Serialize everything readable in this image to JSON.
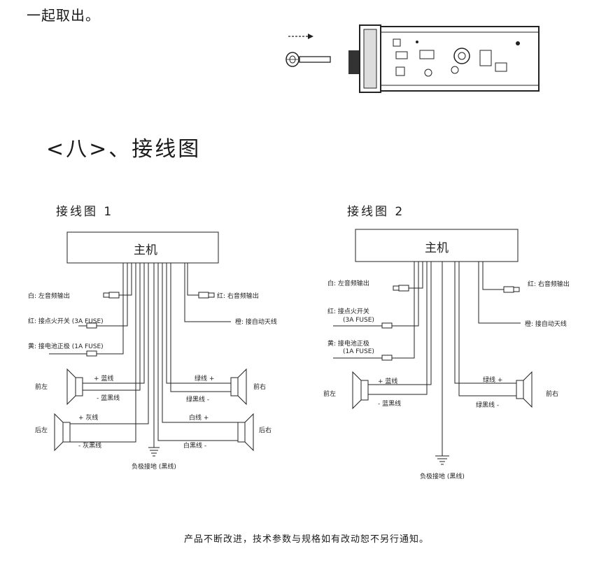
{
  "intro_text": "一起取出。",
  "section_title": "<八>、接线图",
  "diagram1": {
    "title": "接线图 1",
    "head_unit": "主机",
    "white_label": "白: 左音频输出",
    "red_right_label": "红: 右音频输出",
    "red_label": "红: 接点火开关 (3A FUSE)",
    "orange_label": "橙: 接自动天线",
    "yellow_label": "黄: 接电池正极 (1A FUSE)",
    "front_left": "前左",
    "front_right": "前右",
    "rear_left": "后左",
    "rear_right": "后右",
    "blue_plus": "+ 蓝线",
    "blue_minus": "- 蓝黑线",
    "green_plus": "绿线 +",
    "green_minus": "绿黑线 -",
    "gray_plus": "+ 灰线",
    "gray_minus": "- 灰黑线",
    "white_plus": "白线 +",
    "white_minus": "白黑线 -",
    "ground": "负极接地 (黑线)"
  },
  "diagram2": {
    "title": "接线图 2",
    "head_unit": "主机",
    "white_label": "白: 左音频输出",
    "red_right_label": "红: 右音频输出",
    "red_label_1": "红: 接点火开关",
    "red_label_2": "(3A FUSE)",
    "orange_label": "橙: 接自动天线",
    "yellow_label_1": "黄: 接电池正极",
    "yellow_label_2": "(1A FUSE)",
    "front_left": "前左",
    "front_right": "前右",
    "blue_plus": "+ 蓝线",
    "blue_minus": "- 蓝黑线",
    "green_plus": "绿线 +",
    "green_minus": "绿黑线 -",
    "ground": "负极接地 (黑线)"
  },
  "footer_text": "产品不断改进，技术参数与规格如有改动恕不另行通知。"
}
